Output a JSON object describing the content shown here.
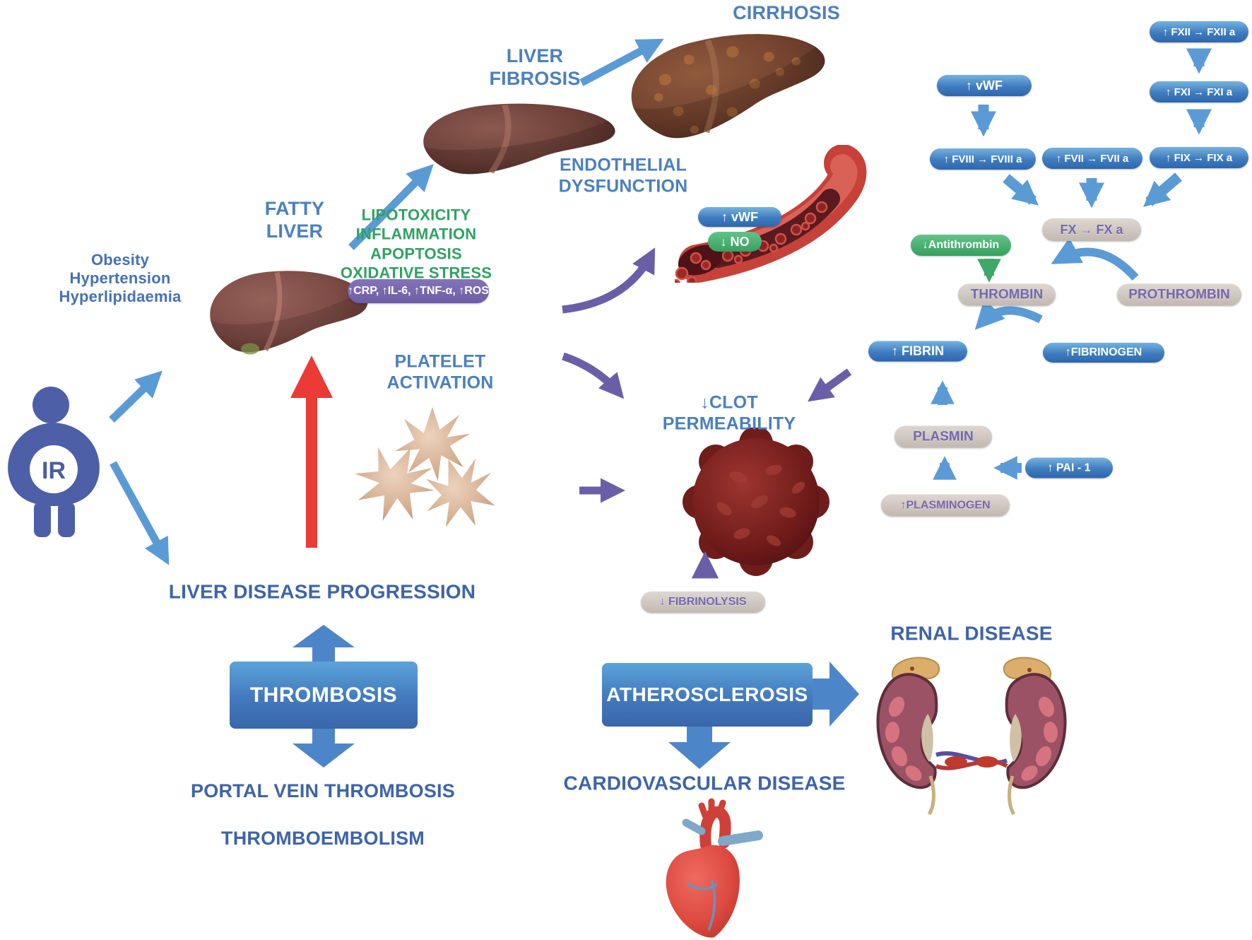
{
  "person": {
    "label": "IR"
  },
  "risk_factors": "Obesity\nHypertension\nHyperlipidaemia",
  "stages": {
    "fatty_liver": "FATTY\nLIVER",
    "liver_fibrosis": "LIVER\nFIBROSIS",
    "cirrhosis": "CIRRHOSIS"
  },
  "mechanisms": "LIPOTOXICITY\nINFLAMMATION\nAPOPTOSIS\nOXIDATIVE STRESS",
  "inflammation_pill": "↑CRP, ↑IL-6, ↑TNF-α, ↑ROS",
  "endothelial": {
    "label": "ENDOTHELIAL\nDYSFUNCTION",
    "vwf": "↑ vWF",
    "no": "↓ NO"
  },
  "platelets": {
    "label": "PLATELET\nACTIVATION"
  },
  "clot": {
    "label": "↓CLOT\nPERMEABILITY",
    "fibrinolysis": "↓ FIBRINOLYSIS"
  },
  "coagulation": {
    "fxii": "↑ FXII → FXII a",
    "fxi": "↑ FXI → FXI a",
    "fix": "↑ FIX → FIX a",
    "vwf": "↑ vWF",
    "fviii": "↑ FVIII → FVIII a",
    "fvii": "↑ FVII → FVII a",
    "fx": "FX → FX a",
    "antithrombin": "↓Antithrombin",
    "thrombin": "THROMBIN",
    "prothrombin": "PROTHROMBIN",
    "fibrin": "↑ FIBRIN",
    "fibrinogen": "↑FIBRINOGEN",
    "plasmin": "PLASMIN",
    "pai1": "↑ PAI - 1",
    "plasminogen": "↑PLASMINOGEN"
  },
  "outcomes": {
    "liver_disease_progression": "LIVER DISEASE PROGRESSION",
    "thrombosis": "THROMBOSIS",
    "portal_vein_thrombosis": "PORTAL VEIN THROMBOSIS",
    "thromboembolism": "THROMBOEMBOLISM",
    "atherosclerosis": "ATHEROSCLEROSIS",
    "cardiovascular_disease": "CARDIOVASCULAR DISEASE",
    "renal_disease": "RENAL DISEASE"
  },
  "colors": {
    "label_blue": "#4a80c0",
    "outcome_blue": "#3d64aa",
    "mechanism_green": "#2fa263",
    "pill_blue": "#3f7cbf",
    "pill_green": "#37a05f",
    "pill_gray": "#c2b9b1",
    "pill_purple": "#6c5da6",
    "arrow_blue": "#5b9bd5",
    "arrow_purple": "#6a5fa7",
    "arrow_red": "#ea3b36"
  }
}
